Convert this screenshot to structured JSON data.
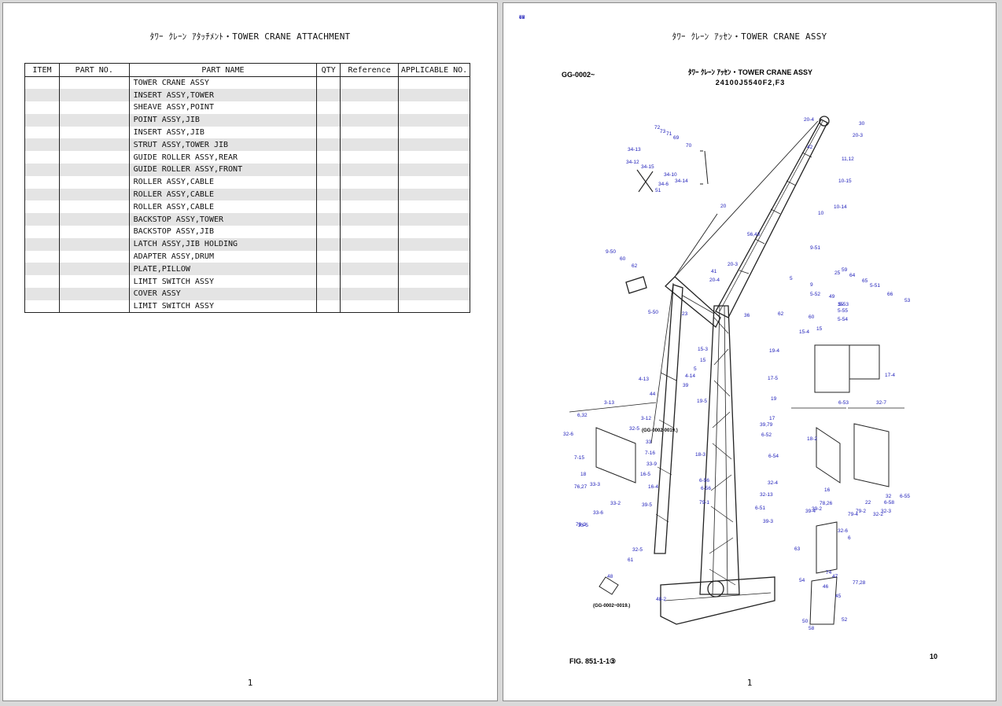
{
  "left_page": {
    "title": "ﾀﾜｰ ｸﾚｰﾝ ｱﾀｯﾁﾒﾝﾄ・TOWER CRANE ATTACHMENT",
    "page_number": "1",
    "table": {
      "headers": [
        "ITEM",
        "PART NO.",
        "PART NAME",
        "QTY",
        "Reference",
        "APPLICABLE NO."
      ],
      "rows": [
        "TOWER CRANE ASSY",
        "INSERT ASSY,TOWER",
        "SHEAVE ASSY,POINT",
        "POINT ASSY,JIB",
        "INSERT ASSY,JIB",
        "STRUT ASSY,TOWER JIB",
        "GUIDE ROLLER ASSY,REAR",
        "GUIDE ROLLER ASSY,FRONT",
        "ROLLER ASSY,CABLE",
        "ROLLER ASSY,CABLE",
        "ROLLER ASSY,CABLE",
        "BACKSTOP ASSY,TOWER",
        "BACKSTOP ASSY,JIB",
        "LATCH ASSY,JIB HOLDING",
        "ADAPTER ASSY,DRUM",
        "PLATE,PILLOW",
        "LIMIT SWITCH ASSY",
        "COVER ASSY",
        "LIMIT SWITCH ASSY"
      ]
    }
  },
  "right_page": {
    "title": "ﾀﾜｰ ｸﾚｰﾝ ｱｯｾﾝ・TOWER CRANE ASSY",
    "page_number": "1",
    "drawing": {
      "code": "GG-0002~",
      "title": "ﾀﾜｰ ｸﾚｰﾝ ｱｯｾﾝ・TOWER CRANE ASSY",
      "subtitle": "24100J5540F2,F3",
      "figure": "FIG. 851-1-1③",
      "sheet": "10",
      "note_upper": "(GG-0002-0019.)",
      "note_lower": "(GG-0002~0019.)",
      "callouts": [
        "20-4",
        "30",
        "72",
        "73",
        "71",
        "69",
        "70",
        "42",
        "20-3",
        "34-13",
        "34-12",
        "34-15",
        "11,12",
        "34-10",
        "34-14",
        "34-6",
        "51",
        "10-15",
        "10-14",
        "20",
        "10",
        "56,43",
        "9-51",
        "9-50",
        "60",
        "62",
        "41",
        "20-4",
        "20-3",
        "25",
        "59",
        "64",
        "65",
        "5",
        "9",
        "5-52",
        "5-51",
        "66",
        "53",
        "49",
        "35",
        "5-55",
        "5-54",
        "5-53",
        "5-50",
        "23",
        "36",
        "62",
        "60",
        "15-4",
        "15",
        "15-3",
        "15",
        "19-4",
        "5",
        "4-14",
        "39",
        "17-5",
        "17-4",
        "4-13",
        "44",
        "19-5",
        "19",
        "17",
        "3-13",
        "3-12",
        "6,32",
        "32-5",
        "6-53",
        "32-7",
        "32-6",
        "33",
        "39,79",
        "6-52",
        "18-2",
        "7-16",
        "7-15",
        "33-9",
        "18-3",
        "6-54",
        "18",
        "16-5",
        "6-56",
        "32-4",
        "76,27",
        "16-4",
        "6-56",
        "32-13",
        "16",
        "32",
        "6-55",
        "33-3",
        "39-5",
        "79-1",
        "6-51",
        "78,26",
        "22",
        "6-58",
        "33-2",
        "39-2",
        "79-2",
        "32-3",
        "33-6",
        "39-4",
        "79-4",
        "32-2",
        "33-5",
        "39-3",
        "79-3",
        "32-6",
        "6",
        "32-5",
        "63",
        "61",
        "74",
        "47",
        "77,28",
        "48",
        "48-2",
        "54",
        "46",
        "45",
        "50",
        "52",
        "58",
        "75",
        "67",
        "68"
      ]
    }
  },
  "colors": {
    "background": "#d9d9d9",
    "page": "#ffffff",
    "row_shade": "#e4e4e4",
    "callout_blue": "#1a1ab8",
    "line": "#222222"
  }
}
